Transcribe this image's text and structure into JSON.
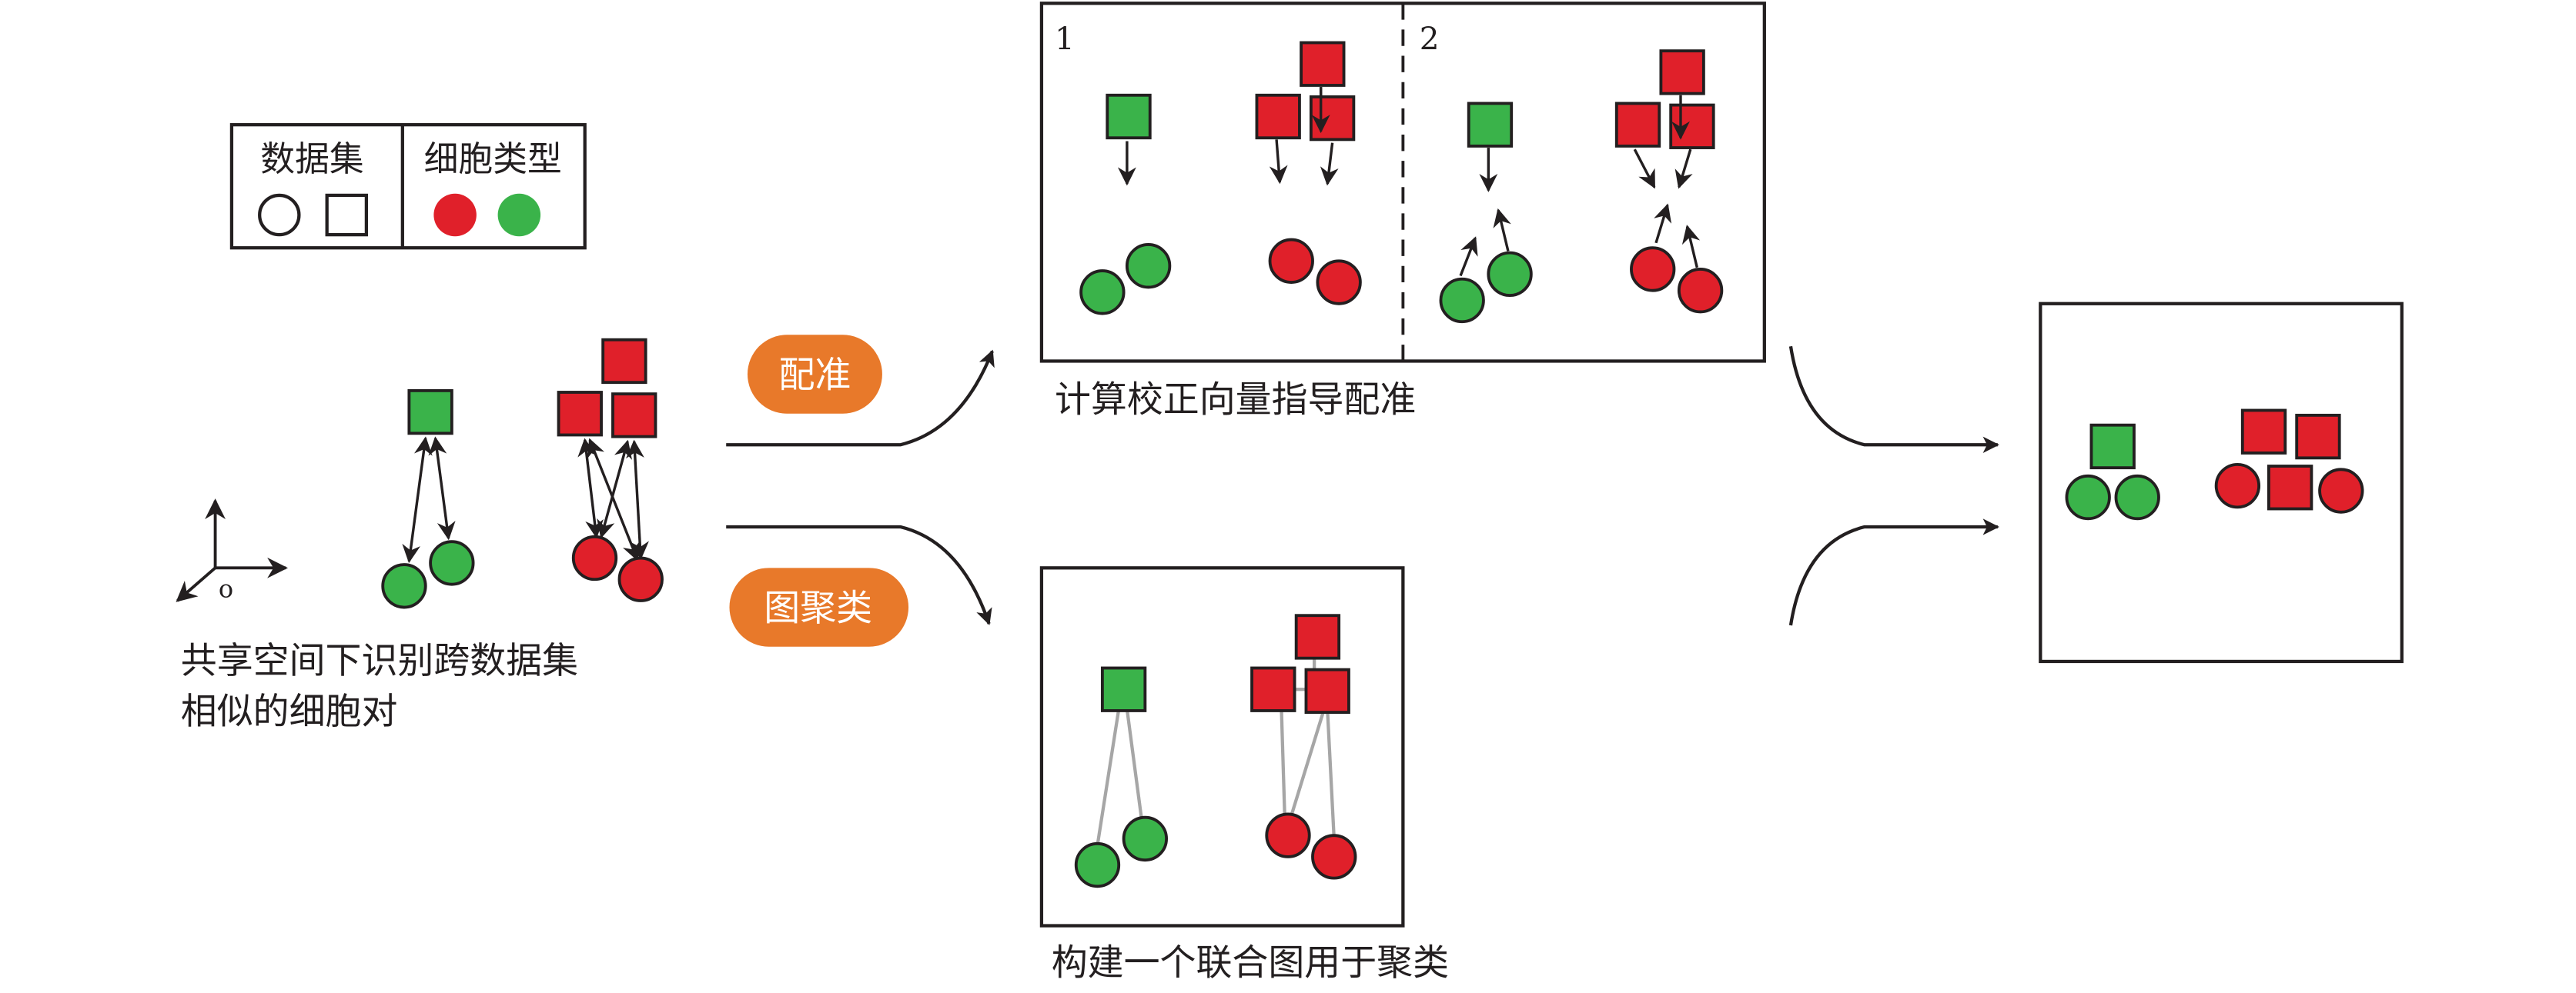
{
  "legend": {
    "dataset_label": "数据集",
    "celltype_label": "细胞类型"
  },
  "left_panel": {
    "axis_origin": "o",
    "caption_line1": "共享空间下识别跨数据集",
    "caption_line2": "相似的细胞对"
  },
  "pills": {
    "align": "配准",
    "cluster": "图聚类"
  },
  "top_panel": {
    "step1": "1",
    "step2": "2",
    "caption": "计算校正向量指导配准"
  },
  "bottom_panel": {
    "caption": "构建一个联合图用于聚类"
  },
  "colors": {
    "red": "#e0202a",
    "green": "#3ab34a",
    "orange": "#e8792a",
    "stroke": "#231f20",
    "edge": "#a6a6a6"
  }
}
